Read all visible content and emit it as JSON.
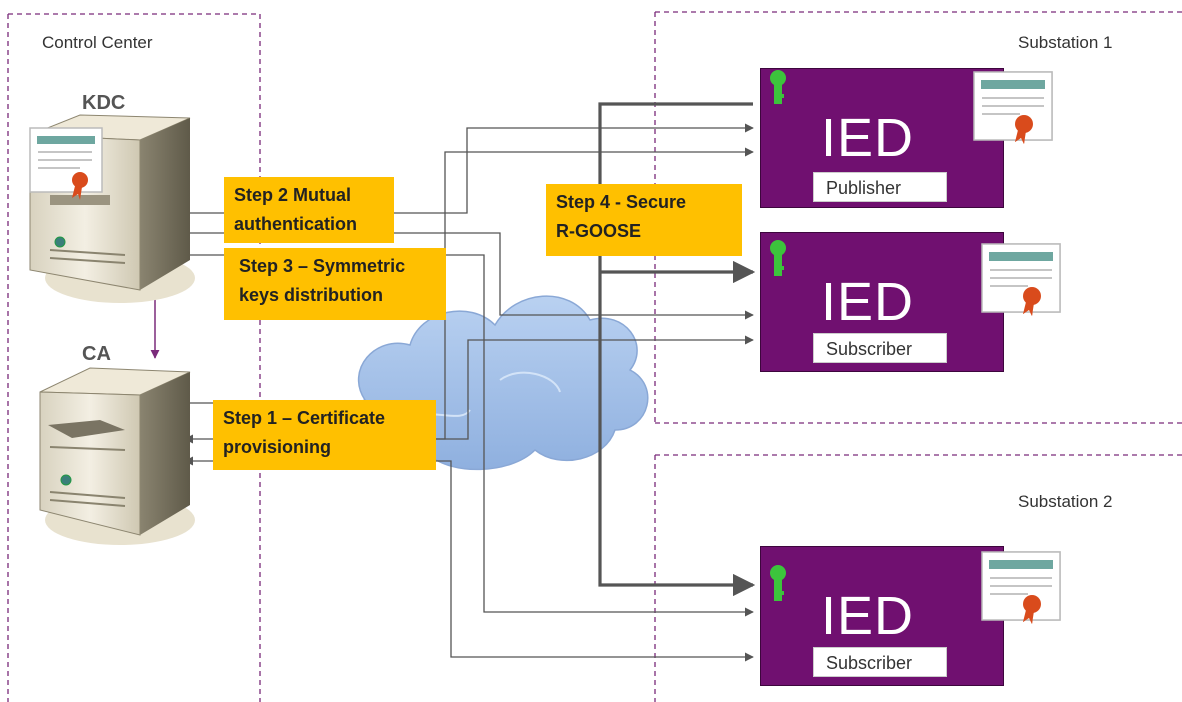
{
  "regions": {
    "control_center": "Control Center",
    "substation_1": "Substation 1",
    "substation_2": "Substation 2"
  },
  "servers": {
    "kdc": "KDC",
    "ca": "CA"
  },
  "steps": {
    "step2": [
      "Step 2 Mutual",
      "authentication"
    ],
    "step3": [
      "Step 3 – Symmetric",
      "keys distribution"
    ],
    "step4": [
      "Step 4 -  Secure",
      "R-GOOSE"
    ],
    "step1": [
      "Step 1 – Certificate",
      "provisioning"
    ]
  },
  "ieds": [
    {
      "title": "IED",
      "role": "Publisher"
    },
    {
      "title": "IED",
      "role": "Subscriber"
    },
    {
      "title": "IED",
      "role": "Subscriber"
    }
  ],
  "colors": {
    "ied": "#701070",
    "step_box": "#ffc000",
    "key": "#3cc43c",
    "boundary": "#7a2a7a",
    "arrow": "#555555",
    "cloud": "#9ebfe8"
  },
  "icons": [
    "server-icon",
    "certificate-icon",
    "key-icon",
    "cloud-icon"
  ]
}
